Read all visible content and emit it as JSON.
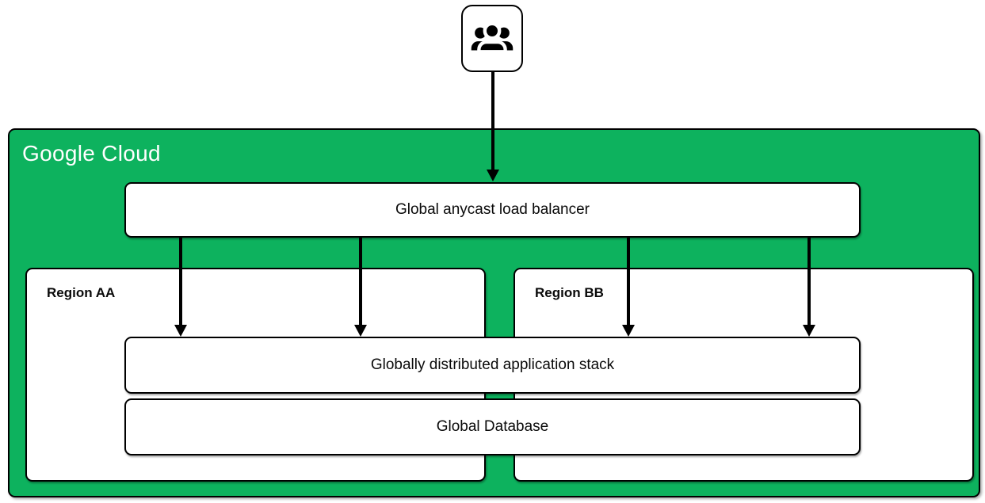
{
  "cloud": {
    "title": "Google Cloud",
    "fill_color": "#0db25e",
    "border_color": "#000000",
    "title_color": "#ffffff"
  },
  "nodes": {
    "load_balancer": {
      "label": "Global anycast load balancer"
    },
    "region_aa": {
      "label": "Region AA"
    },
    "region_bb": {
      "label": "Region BB"
    },
    "app_stack": {
      "label": "Globally distributed application stack"
    },
    "global_database": {
      "label": "Global Database"
    }
  },
  "icons": {
    "users": "users-icon"
  },
  "edges": [
    {
      "from": "users",
      "to": "load_balancer"
    },
    {
      "from": "load_balancer",
      "to": "app_stack"
    },
    {
      "from": "load_balancer",
      "to": "app_stack"
    },
    {
      "from": "load_balancer",
      "to": "app_stack"
    },
    {
      "from": "load_balancer",
      "to": "app_stack"
    }
  ]
}
